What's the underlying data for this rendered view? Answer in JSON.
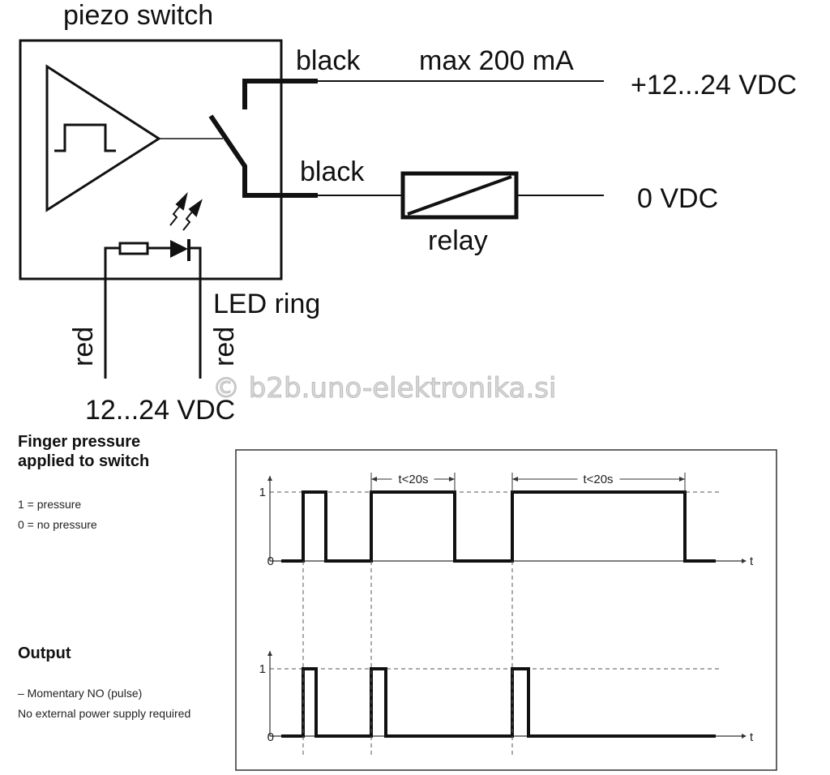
{
  "circuit": {
    "title": "piezo switch",
    "wire_top_color_label": "black",
    "wire_bottom_color_label": "black",
    "max_current": "max 200 mA",
    "supply_positive": "+12...24 VDC",
    "supply_zero": "0 VDC",
    "relay_label": "relay",
    "led_label": "LED ring",
    "led_wire_left": "red",
    "led_wire_right": "red",
    "led_supply": "12...24 VDC",
    "watermark": "© b2b.uno-elektronika.si"
  },
  "legend": {
    "pressure_title_line1": "Finger pressure",
    "pressure_title_line2": "applied to switch",
    "pressure_one": "1 = pressure",
    "pressure_zero": "0 = no pressure",
    "output_title": "Output",
    "output_desc1": "– Momentary NO (pulse)",
    "output_desc2": "No external power supply required"
  },
  "chart_data": [
    {
      "type": "line",
      "name": "Finger pressure",
      "ylabels": [
        "0",
        "1"
      ],
      "xlabel": "t",
      "steps": [
        [
          0,
          0
        ],
        [
          5.4,
          1
        ],
        [
          11,
          0
        ],
        [
          22.2,
          1
        ],
        [
          42.8,
          0
        ],
        [
          57,
          1
        ],
        [
          99.6,
          0
        ],
        [
          107.2,
          0
        ]
      ],
      "annotations": [
        {
          "text": "t<20s",
          "from": 22.2,
          "to": 42.8
        },
        {
          "text": "t<20s",
          "from": 57,
          "to": 99.6
        }
      ]
    },
    {
      "type": "line",
      "name": "Output",
      "ylabels": [
        "0",
        "1"
      ],
      "xlabel": "t",
      "steps": [
        [
          0,
          0
        ],
        [
          5.4,
          1
        ],
        [
          8.6,
          0
        ],
        [
          22.2,
          1
        ],
        [
          25.8,
          0
        ],
        [
          57,
          1
        ],
        [
          61,
          0
        ],
        [
          107.2,
          0
        ]
      ],
      "annotations": []
    }
  ]
}
